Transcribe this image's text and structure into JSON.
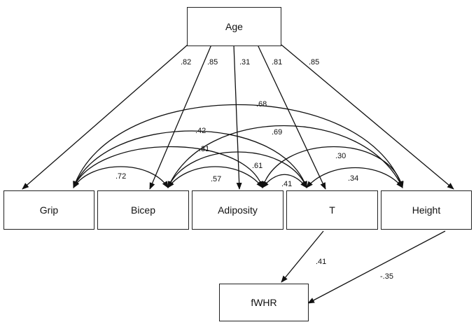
{
  "nodes": {
    "age": "Age",
    "grip": "Grip",
    "bicep": "Bicep",
    "adiposity": "Adiposity",
    "t": "T",
    "height": "Height",
    "fwhr": "fWHR"
  },
  "paths": {
    "age_grip": ".82",
    "age_bicep": ".85",
    "age_adiposity": ".31",
    "age_t": ".81",
    "age_height": ".85",
    "t_fwhr": ".41",
    "height_fwhr": "-.35"
  },
  "correlations": {
    "grip_height": ".68",
    "grip_t": ".42",
    "bicep_height": ".69",
    "grip_adiposity": ".31",
    "adiposity_height": ".30",
    "bicep_t": ".61",
    "grip_bicep": ".72",
    "bicep_adiposity": ".57",
    "adiposity_t": ".41",
    "t_height": ".34"
  }
}
